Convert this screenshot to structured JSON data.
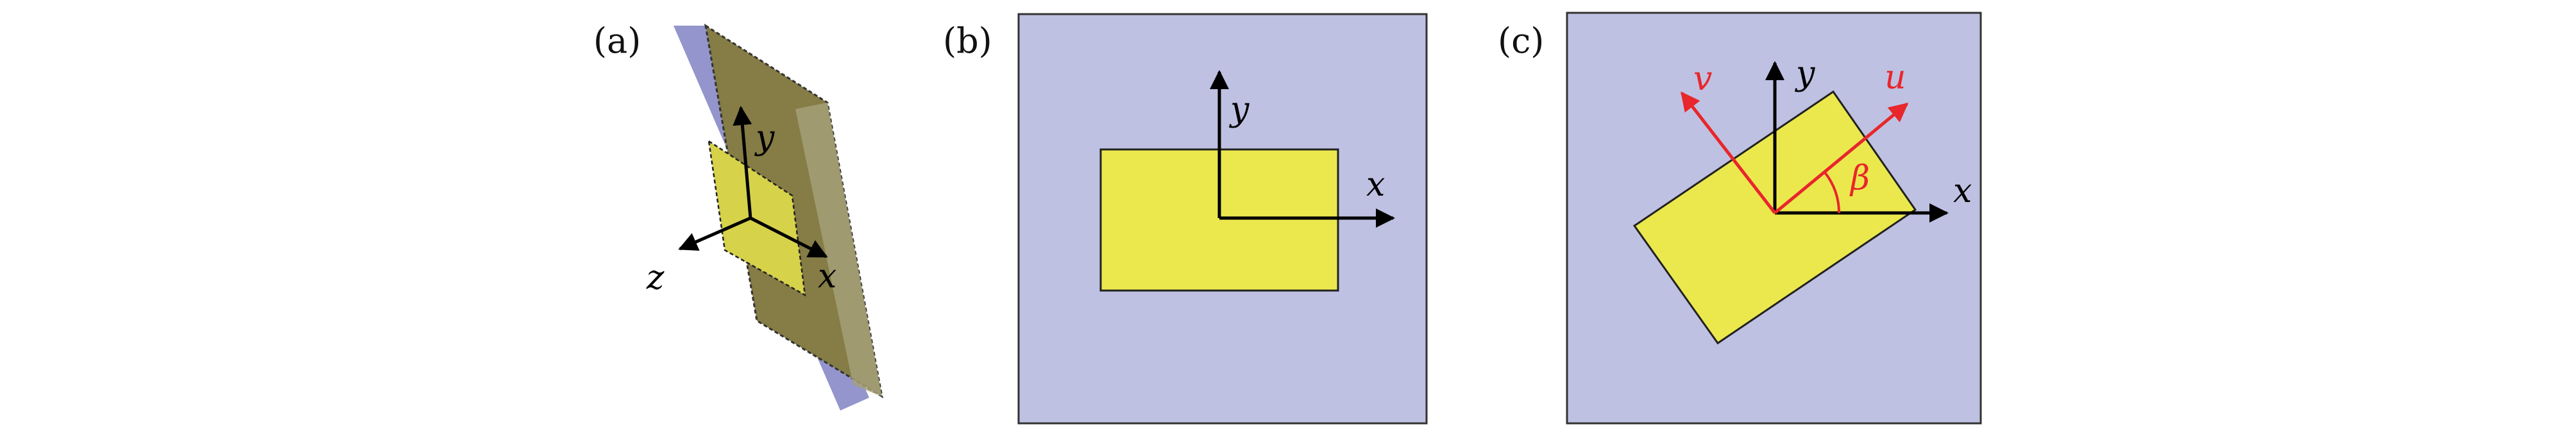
{
  "colors": {
    "substrate": "#bfc1e2",
    "substrate_side": "#8789c6",
    "patch": "#ebe84e",
    "gold_plate": "#857c46",
    "axis_black": "#000000",
    "axis_red": "#e8262b"
  },
  "panels": [
    {
      "label": "(a)",
      "axes": [
        {
          "text": "y",
          "color": "black"
        },
        {
          "text": "z",
          "color": "black"
        },
        {
          "text": "x",
          "color": "black"
        }
      ]
    },
    {
      "label": "(b)",
      "axes": [
        {
          "text": "y",
          "color": "black"
        },
        {
          "text": "x",
          "color": "black"
        }
      ]
    },
    {
      "label": "(c)",
      "axes": [
        {
          "text": "v",
          "color": "red"
        },
        {
          "text": "y",
          "color": "black"
        },
        {
          "text": "u",
          "color": "red"
        },
        {
          "text": "x",
          "color": "black"
        }
      ],
      "angle_label": "β"
    }
  ]
}
